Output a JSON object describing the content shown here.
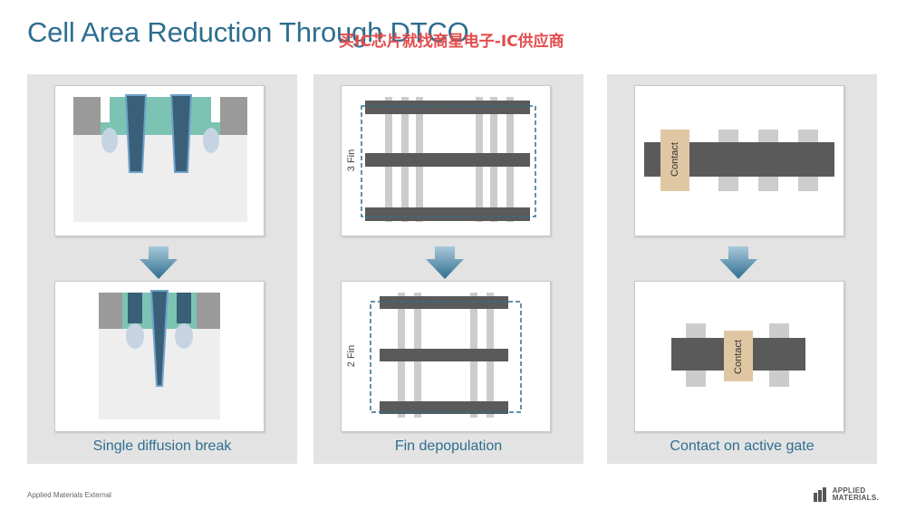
{
  "slide": {
    "title": "Cell Area Reduction Through DTCO",
    "watermark": "买IC芯片就找商星电子-IC供应商",
    "footer": "Applied Materials External",
    "logo": {
      "line1": "APPLIED",
      "line2": "MATERIALS."
    }
  },
  "panels": [
    {
      "caption": "Single diffusion break"
    },
    {
      "caption": "Fin depopulation",
      "top_label": "3 Fin",
      "bottom_label": "2 Fin"
    },
    {
      "caption": "Contact on active gate",
      "top_contact": "Contact",
      "bottom_contact": "Contact"
    }
  ],
  "colors": {
    "title": "#2f6e8f",
    "panel_bg": "#e3e3e3",
    "arrow": "#3f7fa3",
    "gate": "#5a5a5a",
    "fin": "#cccccc",
    "contact": "#e0c7a3",
    "dielectric": "#7cc3b4",
    "metal": "#3a5f78"
  }
}
